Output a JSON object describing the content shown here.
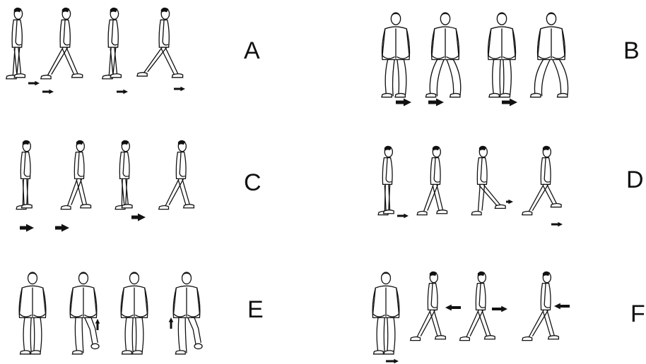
{
  "panels": [
    {
      "label": "A",
      "pose": "side-step",
      "figures": 4
    },
    {
      "label": "B",
      "pose": "front-squat",
      "figures": 4
    },
    {
      "label": "C",
      "pose": "side-walk",
      "figures": 4
    },
    {
      "label": "D",
      "pose": "side-kick",
      "figures": 4
    },
    {
      "label": "E",
      "pose": "front-knee",
      "figures": 4
    },
    {
      "label": "F",
      "pose": "mixed-lunge",
      "figures": 4
    }
  ],
  "arrow_color": "#111111",
  "figure_color": "#111111"
}
